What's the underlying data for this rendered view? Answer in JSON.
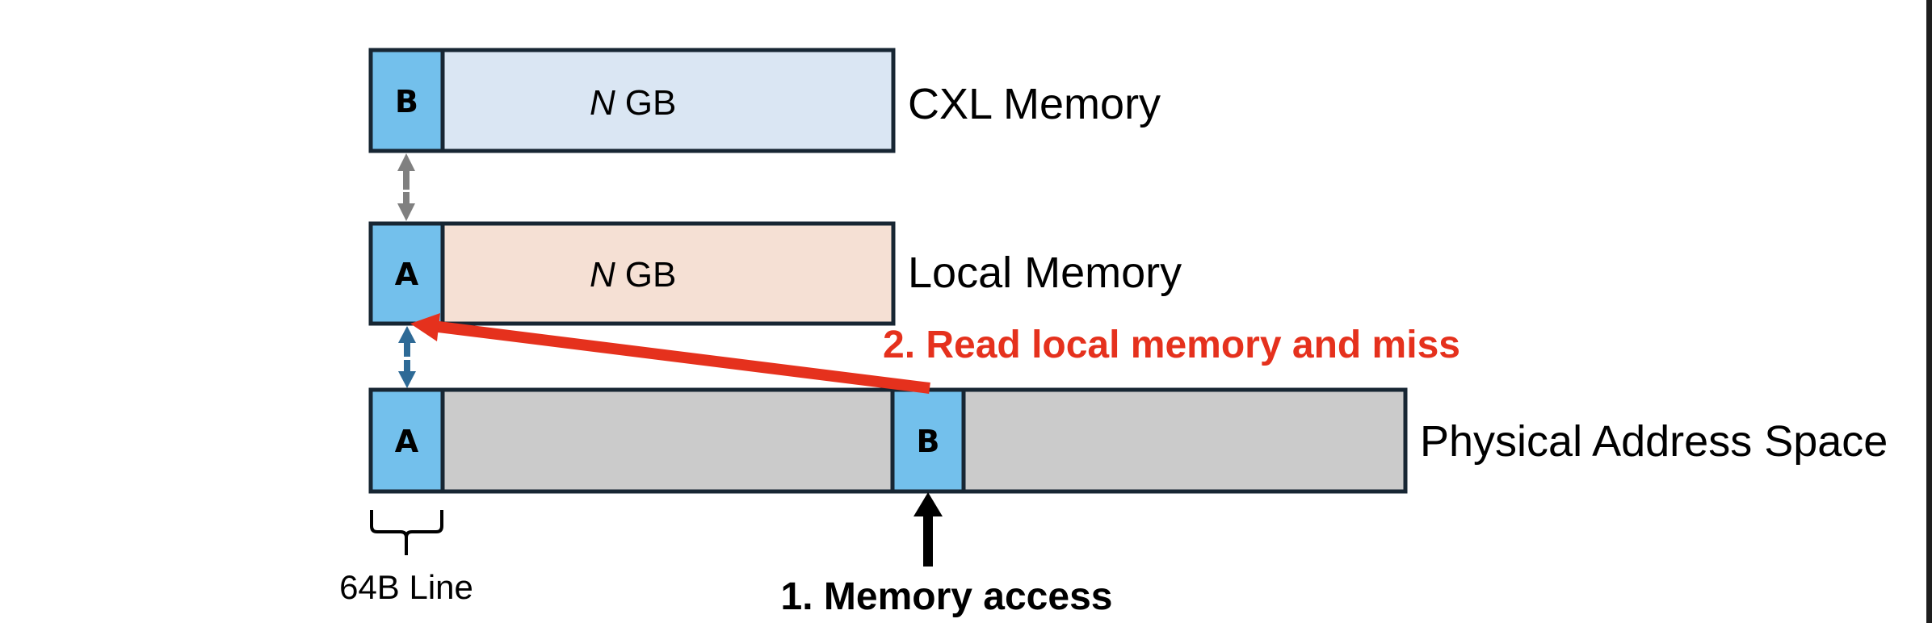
{
  "diagram": {
    "colors": {
      "border": "#172633",
      "cxl_fill": "#dae6f3",
      "local_fill": "#f5e0d4",
      "physical_fill": "#cbcbcb",
      "cache_line_fill": "#73c0ec",
      "swap_arrow_cxl_local": "#808080",
      "swap_arrow_local_physical": "#2e6a96",
      "step2_color": "#e5311d",
      "step1_color": "#000000"
    },
    "regions": {
      "cxl": {
        "label": "CXL Memory",
        "size_italic": "N",
        "size_unit": "GB",
        "cell": "B"
      },
      "local": {
        "label": "Local Memory",
        "size_italic": "N",
        "size_unit": "GB",
        "cell": "A"
      },
      "physical": {
        "label": "Physical Address Space",
        "cells": [
          "A",
          "B"
        ]
      }
    },
    "line_label": "64B Line",
    "steps": {
      "step1": "1. Memory access",
      "step2": "2. Read local memory and miss"
    }
  }
}
